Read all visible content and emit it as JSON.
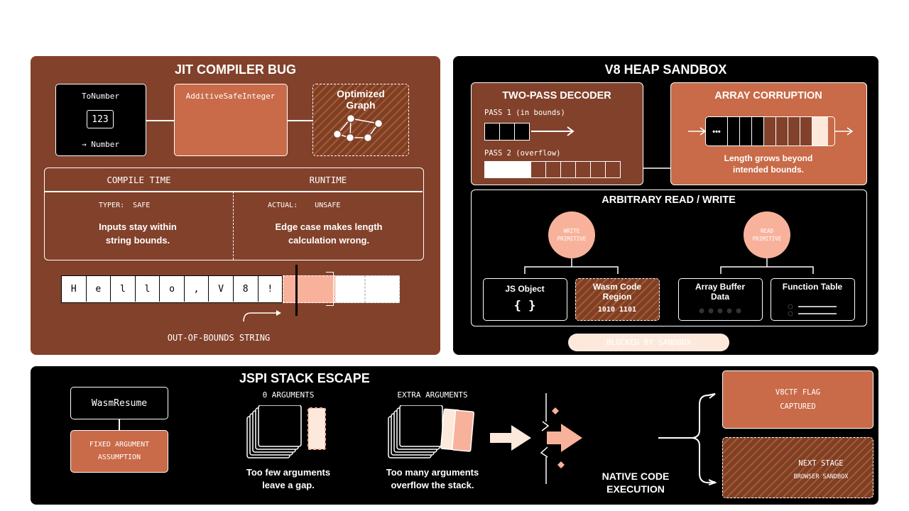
{
  "colors": {
    "dark_brown": "#82412a",
    "orange": "#c96a48",
    "peach": "#f8b29b",
    "cream": "#fce9dc",
    "black": "#000000"
  },
  "jit": {
    "title": "JIT COMPILER BUG",
    "tonumber": {
      "label": "ToNumber",
      "value": "123",
      "result": "→ Number"
    },
    "additive": "AdditiveSafeInteger",
    "optimized": "Optimized Graph",
    "compile": {
      "header": "COMPILE TIME",
      "key": "TYPER:",
      "val": "SAFE",
      "desc": "Inputs stay within string bounds."
    },
    "runtime": {
      "header": "RUNTIME",
      "key": "ACTUAL:",
      "val": "UNSAFE",
      "desc": "Edge case makes length calculation wrong."
    },
    "chars": [
      "H",
      "e",
      "l",
      "l",
      "o",
      ",",
      "V",
      "8",
      "!"
    ],
    "oob_label": "OUT-OF-BOUNDS STRING"
  },
  "v8": {
    "title": "V8 HEAP SANDBOX",
    "decoder": {
      "title": "TWO-PASS DECODER",
      "pass1": "PASS 1 (in bounds)",
      "pass2": "PASS 2 (overflow)"
    },
    "array": {
      "title": "ARRAY CORRUPTION",
      "dots": "•••",
      "desc": "Length grows beyond intended bounds."
    },
    "arw": {
      "title": "ARBITRARY READ / WRITE",
      "write": "WRITE PRIMITIVE",
      "read": "READ PRIMITIVE",
      "js_object": {
        "label": "JS Object",
        "symbol": "{ }"
      },
      "wasm": {
        "label": "Wasm Code Region",
        "bits": "1010 1101"
      },
      "array_buffer": "Array Buffer Data",
      "function_table": "Function Table"
    },
    "blocked": "BLOCKED BY SANDBOX"
  },
  "jspi": {
    "title": "JSPI STACK ESCAPE",
    "wasm_resume": "WasmResume",
    "fixed": "FIXED ARGUMENT ASSUMPTION",
    "zero": {
      "label": "0 ARGUMENTS",
      "desc": "Too few arguments leave a gap."
    },
    "extra": {
      "label": "EXTRA ARGUMENTS",
      "desc": "Too many arguments overflow the stack."
    },
    "native": "NATIVE CODE EXECUTION",
    "flag": "V8CTF FLAG CAPTURED",
    "next": {
      "line1": "NEXT STAGE",
      "line2": "BROWSER SANDBOX"
    }
  }
}
